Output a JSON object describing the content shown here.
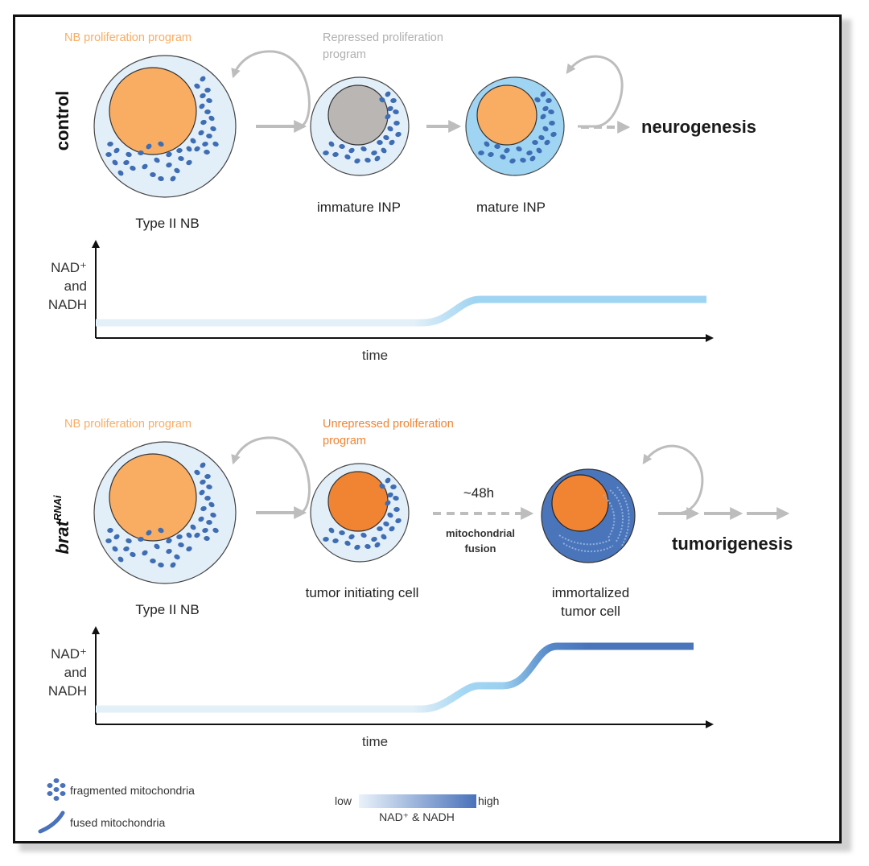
{
  "colors": {
    "nb_orange": "#f9ad63",
    "tumor_orange": "#f18433",
    "grey_nucleus": "#b9b6b3",
    "pale_cyto": "#e3eff8",
    "mature_cyto": "#9fd4f2",
    "tumor_cyto": "#4a75bb",
    "mito": "#3f6db3",
    "arrow_grey": "#bdbdbd",
    "program_orange_light": "#f9ad63",
    "program_orange_dark": "#f18433",
    "program_grey": "#b0b0b0"
  },
  "control": {
    "condition_label": "control",
    "program_labels": {
      "nb": "NB proliferation program",
      "repressed_line1": "Repressed proliferation",
      "repressed_line2": "program"
    },
    "cells": [
      {
        "label": "Type II NB",
        "nucleus": "orange",
        "cytoplasm": "pale",
        "mitochondria": "fragmented"
      },
      {
        "label": "immature INP",
        "nucleus": "grey",
        "cytoplasm": "pale",
        "mitochondria": "fragmented"
      },
      {
        "label": "mature INP",
        "nucleus": "orange",
        "cytoplasm": "light-blue",
        "mitochondria": "fragmented"
      }
    ],
    "outcome": "neurogenesis",
    "graph": {
      "ylabel_line1": "NAD⁺",
      "ylabel_line2": "and",
      "ylabel_line3": "NADH",
      "xlabel": "time",
      "levels": [
        "low",
        "medium"
      ]
    }
  },
  "brat": {
    "condition_label_main": "brat",
    "condition_label_sup": "RNAi",
    "program_labels": {
      "nb": "NB proliferation program",
      "unrepressed_line1": "Unrepressed proliferation",
      "unrepressed_line2": "program"
    },
    "cells": [
      {
        "label": "Type II NB",
        "nucleus": "orange",
        "cytoplasm": "pale",
        "mitochondria": "fragmented"
      },
      {
        "label": "tumor initiating cell",
        "nucleus": "dark-orange",
        "cytoplasm": "pale",
        "mitochondria": "fragmented"
      },
      {
        "label_line1": "immortalized",
        "label_line2": "tumor cell",
        "nucleus": "dark-orange",
        "cytoplasm": "dark-blue",
        "mitochondria": "fused"
      }
    ],
    "transition": {
      "time": "~48h",
      "process_line1": "mitochondrial",
      "process_line2": "fusion"
    },
    "outcome": "tumorigenesis",
    "graph": {
      "ylabel_line1": "NAD⁺",
      "ylabel_line2": "and",
      "ylabel_line3": "NADH",
      "xlabel": "time",
      "levels": [
        "low",
        "medium",
        "high"
      ]
    }
  },
  "legend": {
    "fragmented": "fragmented mitochondria",
    "fused": "fused mitochondria",
    "scale_low": "low",
    "scale_high": "high",
    "scale_title": "NAD⁺ & NADH"
  }
}
